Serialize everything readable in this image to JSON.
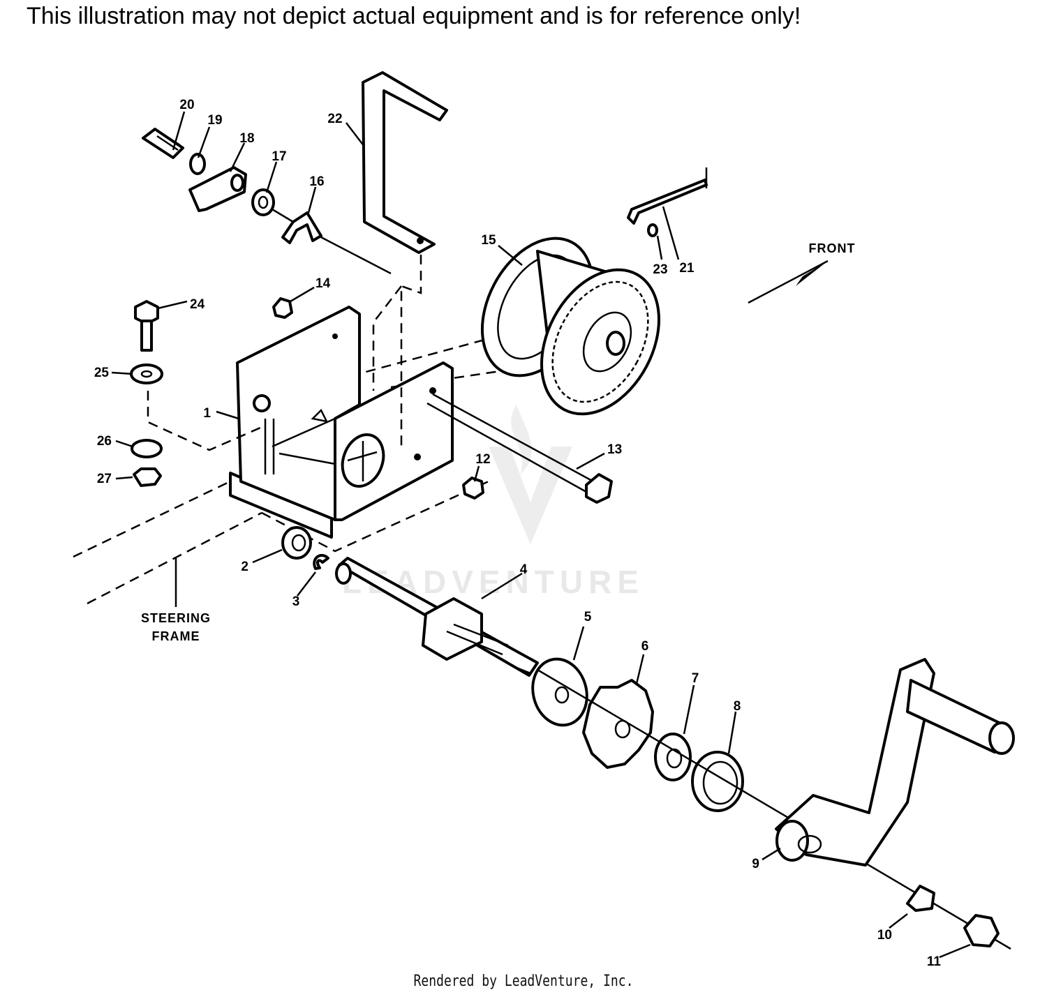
{
  "disclaimer": "This illustration may not depict actual equipment and is for reference only!",
  "credit": "Rendered by LeadVenture, Inc.",
  "watermark": "LEADVENTURE",
  "notes": {
    "front": "FRONT",
    "steering_line1": "STEERING",
    "steering_line2": "FRAME"
  },
  "callouts": [
    {
      "key": "c1",
      "label": "1"
    },
    {
      "key": "c2",
      "label": "2"
    },
    {
      "key": "c3",
      "label": "3"
    },
    {
      "key": "c4",
      "label": "4"
    },
    {
      "key": "c5",
      "label": "5"
    },
    {
      "key": "c6",
      "label": "6"
    },
    {
      "key": "c7",
      "label": "7"
    },
    {
      "key": "c8",
      "label": "8"
    },
    {
      "key": "c9",
      "label": "9"
    },
    {
      "key": "c10",
      "label": "10"
    },
    {
      "key": "c11",
      "label": "11"
    },
    {
      "key": "c12",
      "label": "12"
    },
    {
      "key": "c13",
      "label": "13"
    },
    {
      "key": "c14",
      "label": "14"
    },
    {
      "key": "c15",
      "label": "15"
    },
    {
      "key": "c16",
      "label": "16"
    },
    {
      "key": "c17",
      "label": "17"
    },
    {
      "key": "c18",
      "label": "18"
    },
    {
      "key": "c19",
      "label": "19"
    },
    {
      "key": "c20",
      "label": "20"
    },
    {
      "key": "c21",
      "label": "21"
    },
    {
      "key": "c22",
      "label": "22"
    },
    {
      "key": "c23",
      "label": "23"
    },
    {
      "key": "c24",
      "label": "24"
    },
    {
      "key": "c25",
      "label": "25"
    },
    {
      "key": "c26",
      "label": "26"
    },
    {
      "key": "c27",
      "label": "27"
    }
  ]
}
